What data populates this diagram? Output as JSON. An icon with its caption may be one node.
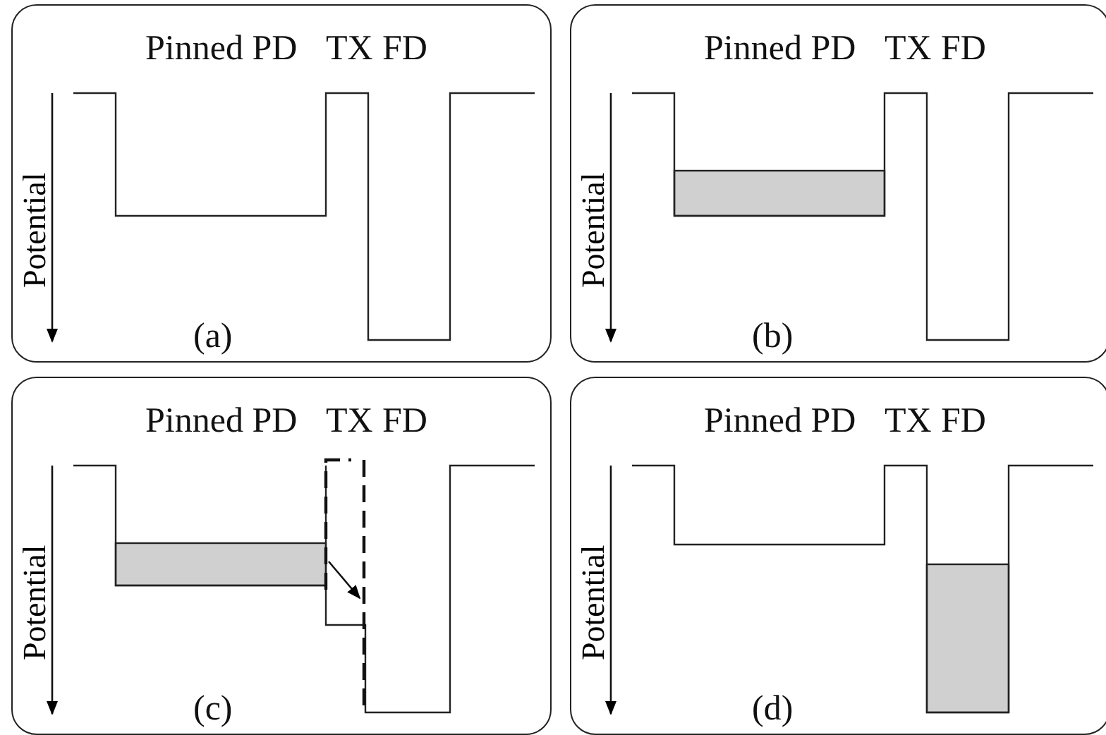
{
  "diagram": {
    "nodes": [
      {
        "text": [
          "Pinned PD",
          "TX",
          "FD",
          "Potential",
          "(a)"
        ]
      },
      {
        "text": [
          "Pinned PD",
          "TX",
          "FD",
          "Potential",
          "(b)"
        ]
      },
      {
        "text": [
          "Pinned PD",
          "TX",
          "FD",
          "Potential",
          "(c)"
        ]
      },
      {
        "text": [
          "Pinned PD",
          "TX",
          "FD",
          "Potential",
          "(d)"
        ]
      }
    ]
  }
}
